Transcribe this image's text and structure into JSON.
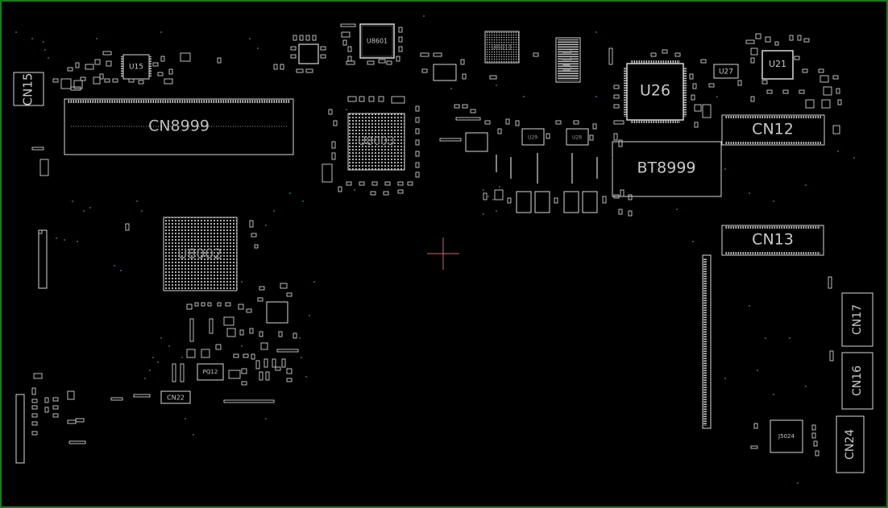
{
  "colors": {
    "background": "#000000",
    "border": "#1f7a1f",
    "outline": "#d8d8d8",
    "dim_outline": "#9a9a9a",
    "label": "#c8c8c8",
    "crosshair": "#c86a6a",
    "via": "#3a8fb0",
    "pad_fill": "#bdbdbd"
  },
  "components": {
    "cn15": "CN15",
    "cn8999": "CN8999",
    "u15": "U15",
    "u8601": "U8601",
    "u8011": "U8011",
    "u11": "U11",
    "u26": "U26",
    "u27": "U27",
    "u21": "U21",
    "u8003": "U8003",
    "cn12": "CN12",
    "bt8999": "BT8999",
    "cn13": "CN13",
    "u8002": "U8002",
    "cn17": "CN17",
    "cn16": "CN16",
    "cn24": "CN24",
    "cn22": "CN22",
    "pq12": "PQ12",
    "j5024": "J5024",
    "u29": "U29",
    "u28": "U28"
  }
}
